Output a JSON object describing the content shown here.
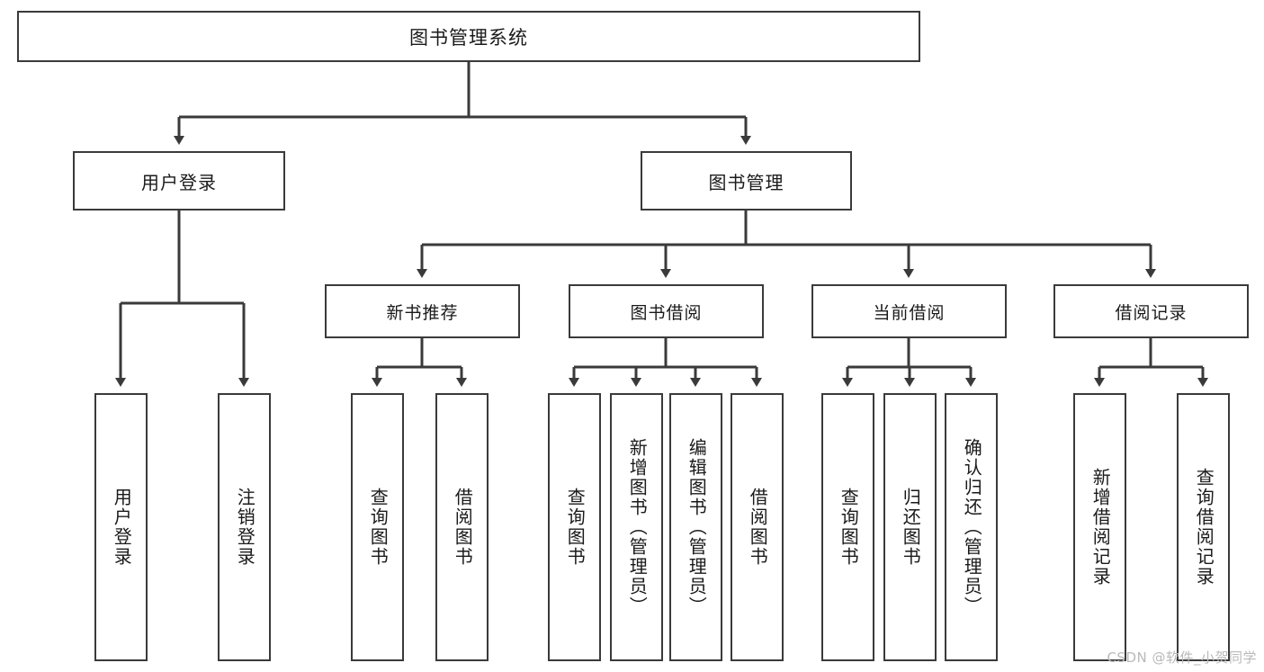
{
  "diagram": {
    "title": "图书管理系统",
    "type": "function-structure-tree",
    "orientation": "top-down",
    "line_color": "#3a3a3a",
    "box_fill": "#ffffff",
    "text_color": "#1a1a1a"
  },
  "root": {
    "label": "图书管理系统"
  },
  "level1": [
    {
      "label": "用户登录"
    },
    {
      "label": "图书管理"
    }
  ],
  "level2": [
    {
      "label": "新书推荐"
    },
    {
      "label": "图书借阅"
    },
    {
      "label": "当前借阅"
    },
    {
      "label": "借阅记录"
    }
  ],
  "leaves": {
    "user_login": [
      {
        "label": "用户登录"
      },
      {
        "label": "注销登录"
      }
    ],
    "new_book_recommend": [
      {
        "label": "查询图书"
      },
      {
        "label": "借阅图书"
      }
    ],
    "book_borrow": [
      {
        "label": "查询图书"
      },
      {
        "label": "新增图书（管理员）"
      },
      {
        "label": "编辑图书（管理员）"
      },
      {
        "label": "借阅图书"
      }
    ],
    "current_borrow": [
      {
        "label": "查询图书"
      },
      {
        "label": "归还图书"
      },
      {
        "label": "确认归还（管理员）"
      }
    ],
    "borrow_record": [
      {
        "label": "新增借阅记录"
      },
      {
        "label": "查询借阅记录"
      }
    ]
  },
  "watermark": {
    "text": "CSDN @软件_小贺同学"
  }
}
